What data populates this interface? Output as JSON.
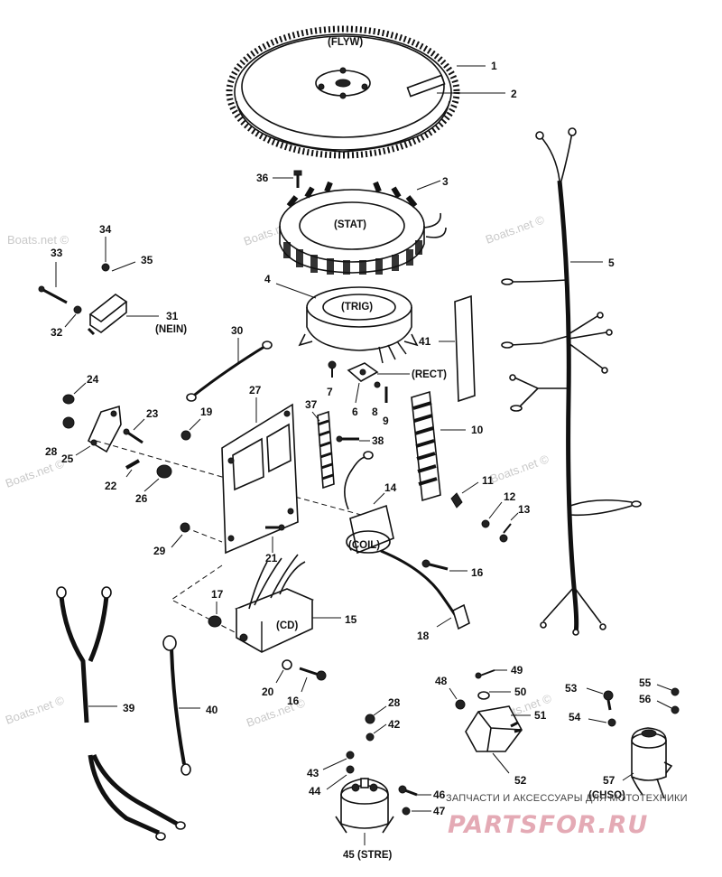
{
  "watermark": {
    "text": "Boats.net ©"
  },
  "shop": {
    "caption": "ЗАПЧАСТИ И АКСЕССУАРЫ ДЛЯ МОТОТЕХНИКИ",
    "logo": "PARTSFOR.RU"
  },
  "callouts": {
    "c1": "1",
    "c2": "2",
    "c3": "3",
    "c4": "4",
    "c5": "5",
    "c6": "6",
    "c7": "7",
    "c8": "8",
    "c9": "9",
    "c10": "10",
    "c11": "11",
    "c12": "12",
    "c13": "13",
    "c14": "14",
    "c15": "15",
    "c16a": "16",
    "c16b": "16",
    "c17": "17",
    "c18": "18",
    "c19": "19",
    "c20": "20",
    "c21": "21",
    "c22": "22",
    "c23": "23",
    "c24": "24",
    "c25": "25",
    "c26": "26",
    "c27": "27",
    "c28a": "28",
    "c28b": "28",
    "c29": "29",
    "c30": "30",
    "c31": "31",
    "c32": "32",
    "c33": "33",
    "c34": "34",
    "c35": "35",
    "c36": "36",
    "c37": "37",
    "c38": "38",
    "c39": "39",
    "c40": "40",
    "c41": "41",
    "c42": "42",
    "c43": "43",
    "c44": "44",
    "c46": "46",
    "c47": "47",
    "c48": "48",
    "c49": "49",
    "c50": "50",
    "c51": "51",
    "c52": "52",
    "c53": "53",
    "c54": "54",
    "c55": "55",
    "c56": "56"
  },
  "codes": {
    "flyw": "(FLYW)",
    "stat": "(STAT)",
    "trig": "(TRIG)",
    "rect": "(RECT)",
    "coil": "(COIL)",
    "cd": "(CD)",
    "nein": "(NEIN)",
    "stre": "45 (STRE)",
    "chso": "(CHSO)",
    "c57": "57"
  }
}
